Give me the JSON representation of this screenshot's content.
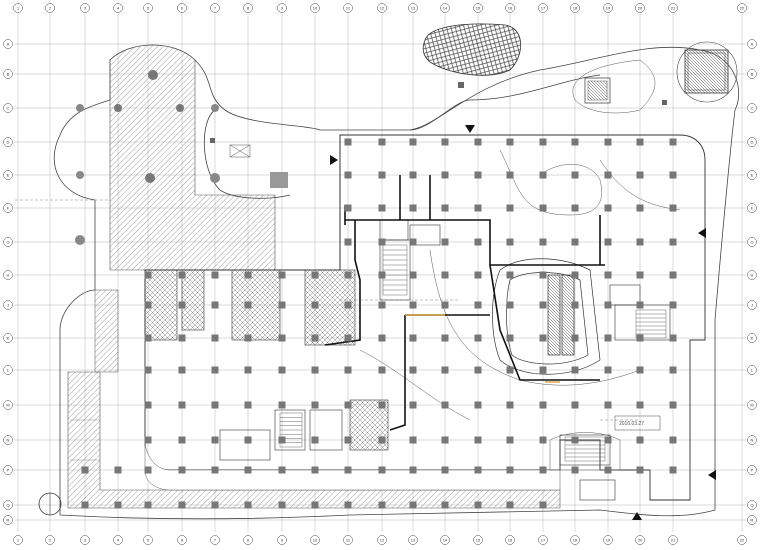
{
  "grid": {
    "columns": [
      "1",
      "2",
      "3",
      "4",
      "5",
      "6",
      "7",
      "8",
      "9",
      "10",
      "11",
      "12",
      "13",
      "14",
      "15",
      "16",
      "17",
      "18",
      "19",
      "20",
      "21",
      "22"
    ],
    "rows": [
      "A",
      "B",
      "C",
      "D",
      "E",
      "F",
      "G",
      "H",
      "J",
      "K",
      "L",
      "M",
      "N",
      "P",
      "Q",
      "R"
    ]
  },
  "annotations": {
    "date_stamp": "2016.03.27"
  },
  "colors": {
    "line": "#444444",
    "column": "#777777",
    "hatch": "#8a8a8a",
    "duct": "#111111",
    "accent": "#d9a441"
  }
}
